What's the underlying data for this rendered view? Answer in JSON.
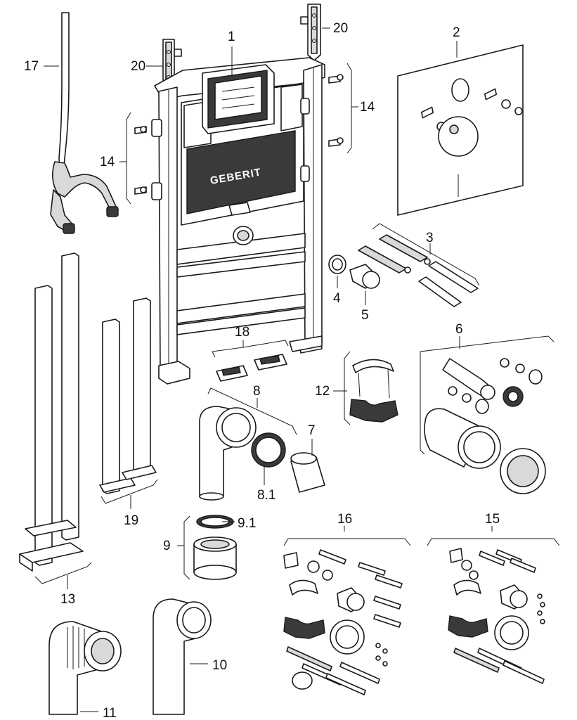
{
  "brand_text": "GEBERIT",
  "callouts": {
    "c1": "1",
    "c2": "2",
    "c3": "3",
    "c4": "4",
    "c5": "5",
    "c6": "6",
    "c7": "7",
    "c8": "8",
    "c8_1": "8.1",
    "c9": "9",
    "c9_1": "9.1",
    "c10": "10",
    "c11": "11",
    "c12": "12",
    "c13": "13",
    "c14_left": "14",
    "c14_right": "14",
    "c15": "15",
    "c16": "16",
    "c17": "17",
    "c18": "18",
    "c19": "19",
    "c20_left": "20",
    "c20_right": "20"
  },
  "colors": {
    "line": "#1a1a1a",
    "fill_gray": "#d9d9d9",
    "background": "#ffffff"
  }
}
